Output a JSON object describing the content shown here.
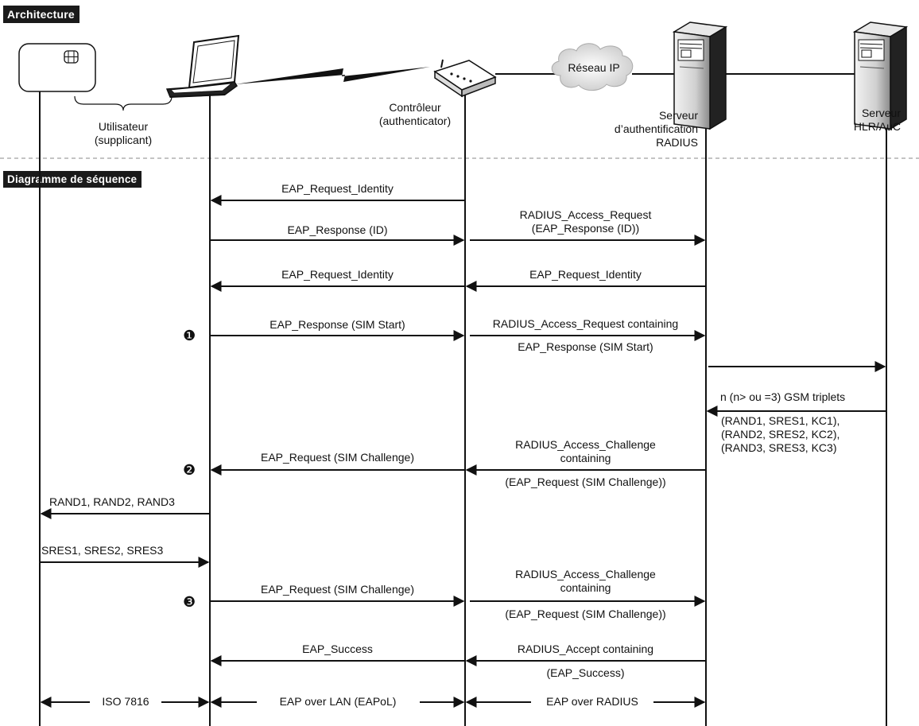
{
  "sections": {
    "architecture": "Architecture",
    "sequence": "Diagramme de séquence"
  },
  "actors": {
    "user": [
      "Utilisateur",
      "(supplicant)"
    ],
    "controller": [
      "Contrôleur",
      "(authenticator)"
    ],
    "network": "Réseau IP",
    "radius": [
      "Serveur",
      "d’authentification",
      "RADIUS"
    ],
    "hlr": [
      "Serveur",
      "HLR/AuC"
    ]
  },
  "steps": {
    "s1": "❶",
    "s2": "❷",
    "s3": "❸"
  },
  "messages": {
    "m1": "EAP_Request_Identity",
    "m2": "EAP_Response (ID)",
    "m3a": "RADIUS_Access_Request",
    "m3b": "(EAP_Response (ID))",
    "m4": "EAP_Request_Identity",
    "m5": "EAP_Request_Identity",
    "m6": "EAP_Response (SIM Start)",
    "m7a": "RADIUS_Access_Request containing",
    "m7b": "EAP_Response (SIM Start)",
    "m8": "n (n> ou =3) GSM triplets",
    "m8b": [
      "(RAND1, SRES1, KC1),",
      "(RAND2, SRES2, KC2),",
      "(RAND3, SRES3, KC3)"
    ],
    "m9": "EAP_Request (SIM Challenge)",
    "m10a": "RADIUS_Access_Challenge",
    "m10b": "containing",
    "m10c": "(EAP_Request (SIM Challenge))",
    "m11": "RAND1, RAND2, RAND3",
    "m12": "SRES1, SRES2, SRES3",
    "m13": "EAP_Request (SIM Challenge)",
    "m14a": "RADIUS_Access_Challenge",
    "m14b": "containing",
    "m14c": "(EAP_Request (SIM Challenge))",
    "m15": "EAP_Success",
    "m16a": "RADIUS_Accept containing",
    "m16b": "(EAP_Success)"
  },
  "protocols": {
    "p1": "ISO 7816",
    "p2": "EAP over LAN (EAPoL)",
    "p3": "EAP over RADIUS"
  }
}
